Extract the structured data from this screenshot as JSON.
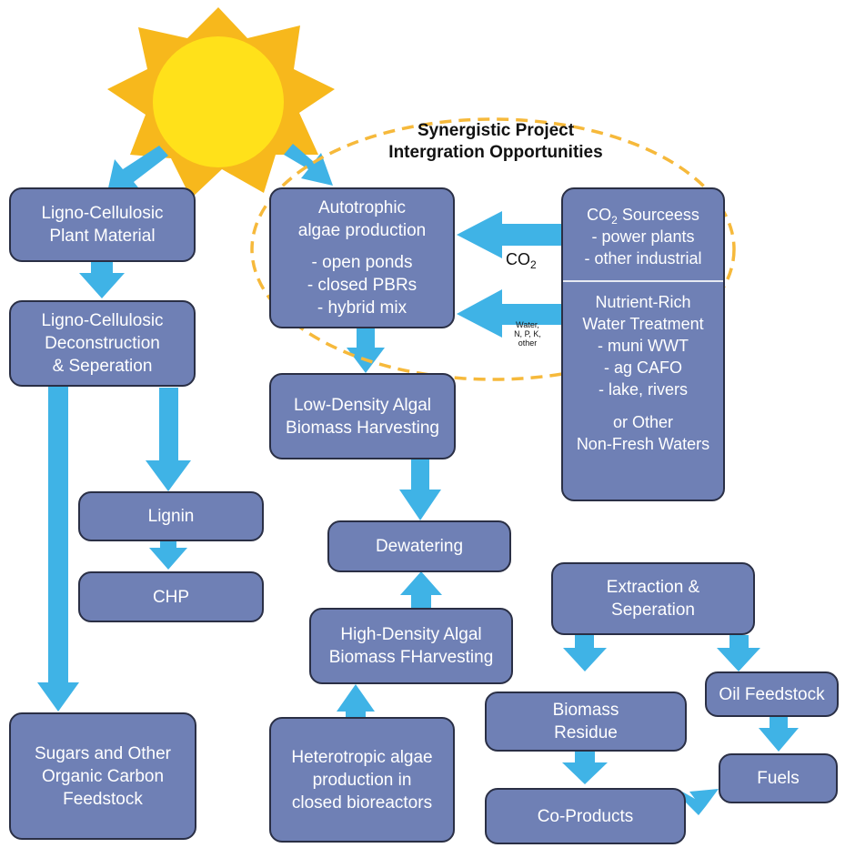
{
  "title": {
    "line1": "Synergistic Project",
    "line2": "Intergration Opportunities"
  },
  "boxes": {
    "ligno_plant": [
      "Ligno-Cellulosic",
      "Plant Material"
    ],
    "ligno_decon": [
      "Ligno-Cellulosic",
      "Deconstruction",
      "& Seperation"
    ],
    "lignin": "Lignin",
    "chp": "CHP",
    "sugars": [
      "Sugars and Other",
      "Organic Carbon",
      "Feedstock"
    ],
    "autotrophic": {
      "title": [
        "Autotrophic",
        "algae production"
      ],
      "items": [
        "- open ponds",
        "- closed PBRs",
        "- hybrid mix"
      ]
    },
    "low_density": [
      "Low-Density Algal",
      "Biomass Harvesting"
    ],
    "dewatering": "Dewatering",
    "high_density": [
      "High-Density Algal",
      "Biomass FHarvesting"
    ],
    "heterotropic": [
      "Heterotropic algae",
      "production in",
      "closed bioreactors"
    ],
    "co2_sources": {
      "title_prefix": "CO",
      "title_sub": "2",
      "title_suffix": " Sourceess",
      "items": [
        "- power plants",
        "- other industrial"
      ]
    },
    "nutrient": {
      "title": [
        "Nutrient-Rich",
        "Water Treatment"
      ],
      "items": [
        "- muni WWT",
        "- ag CAFO",
        "- lake, rivers"
      ],
      "footer": [
        "or Other",
        "Non-Fresh Waters"
      ]
    },
    "extraction": [
      "Extraction &",
      "Seperation"
    ],
    "oil_feedstock": "Oil Feedstock",
    "biomass_residue": [
      "Biomass",
      "Residue"
    ],
    "fuels": "Fuels",
    "co_products": "Co-Products"
  },
  "arrow_labels": {
    "co2_prefix": "CO",
    "co2_sub": "2",
    "water": [
      "Water,",
      "N, P, K,",
      "other"
    ]
  },
  "colors": {
    "box_fill": "#6f80b5",
    "box_border": "#2a2f45",
    "arrow": "#3fb3e6",
    "sun_core": "#ffe11a",
    "sun_rays": "#f7b81c",
    "dashed_ellipse": "#f6b93b"
  }
}
